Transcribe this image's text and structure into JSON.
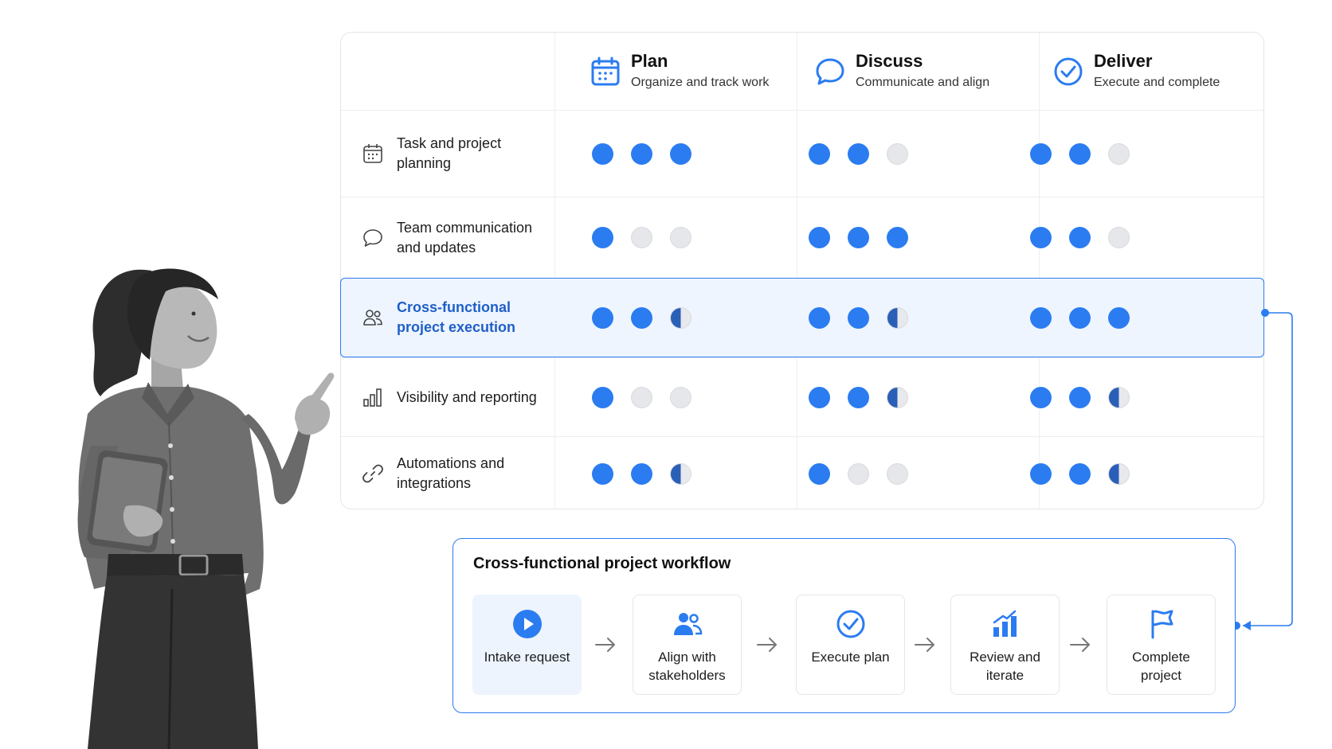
{
  "columns": [
    {
      "title": "Plan",
      "subtitle": "Organize and track work",
      "icon": "calendar-icon"
    },
    {
      "title": "Discuss",
      "subtitle": "Communicate and align",
      "icon": "chat-bubble-icon"
    },
    {
      "title": "Deliver",
      "subtitle": "Execute and complete",
      "icon": "check-circle-icon"
    }
  ],
  "rows": [
    {
      "label": "Task and project planning",
      "icon": "calendar-icon",
      "highlighted": false,
      "ratings": [
        [
          "full",
          "full",
          "full"
        ],
        [
          "full",
          "full",
          "empty"
        ],
        [
          "full",
          "full",
          "empty"
        ]
      ]
    },
    {
      "label": "Team communication and updates",
      "icon": "chat-bubble-icon",
      "highlighted": false,
      "ratings": [
        [
          "full",
          "empty",
          "empty"
        ],
        [
          "full",
          "full",
          "full"
        ],
        [
          "full",
          "full",
          "empty"
        ]
      ]
    },
    {
      "label": "Cross-functional project execution",
      "icon": "people-icon",
      "highlighted": true,
      "ratings": [
        [
          "full",
          "full",
          "half"
        ],
        [
          "full",
          "full",
          "half"
        ],
        [
          "full",
          "full",
          "full"
        ]
      ]
    },
    {
      "label": "Visibility and reporting",
      "icon": "bar-chart-icon",
      "highlighted": false,
      "ratings": [
        [
          "full",
          "empty",
          "empty"
        ],
        [
          "full",
          "full",
          "half"
        ],
        [
          "full",
          "full",
          "half"
        ]
      ]
    },
    {
      "label": "Automations and integrations",
      "icon": "link-icon",
      "highlighted": false,
      "ratings": [
        [
          "full",
          "full",
          "half"
        ],
        [
          "full",
          "empty",
          "empty"
        ],
        [
          "full",
          "full",
          "half"
        ]
      ]
    }
  ],
  "workflow": {
    "title": "Cross-functional project workflow",
    "steps": [
      {
        "label": "Intake request",
        "icon": "play-circle-icon",
        "active": true
      },
      {
        "label": "Align with stakeholders",
        "icon": "people-icon",
        "active": false
      },
      {
        "label": "Execute plan",
        "icon": "check-circle-icon",
        "active": false
      },
      {
        "label": "Review and iterate",
        "icon": "bar-chart-icon",
        "active": false
      },
      {
        "label": "Complete project",
        "icon": "flag-icon",
        "active": false
      }
    ]
  },
  "colors": {
    "accent": "#2b7cf0",
    "accent_dark": "#2a5fb8",
    "empty": "#e6e7ea",
    "highlight_bg": "#eef5fe"
  }
}
